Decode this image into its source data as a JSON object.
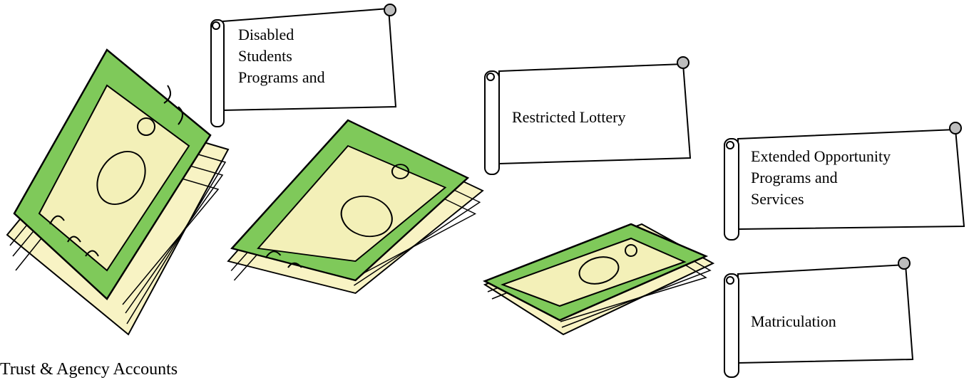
{
  "banners": {
    "disabled": [
      "Disabled",
      "Students",
      "Programs and"
    ],
    "lottery": "Restricted Lottery",
    "eops": [
      "Extended Opportunity",
      "Programs and",
      "Services"
    ],
    "matriculation": "Matriculation"
  },
  "caption": "Trust & Agency Accounts",
  "colors": {
    "bill_green": "#7fc95a",
    "bill_face": "#f3f0b8",
    "bill_edge": "#f8f3c4",
    "curl": "#bdbdbd",
    "outline": "#000000"
  }
}
